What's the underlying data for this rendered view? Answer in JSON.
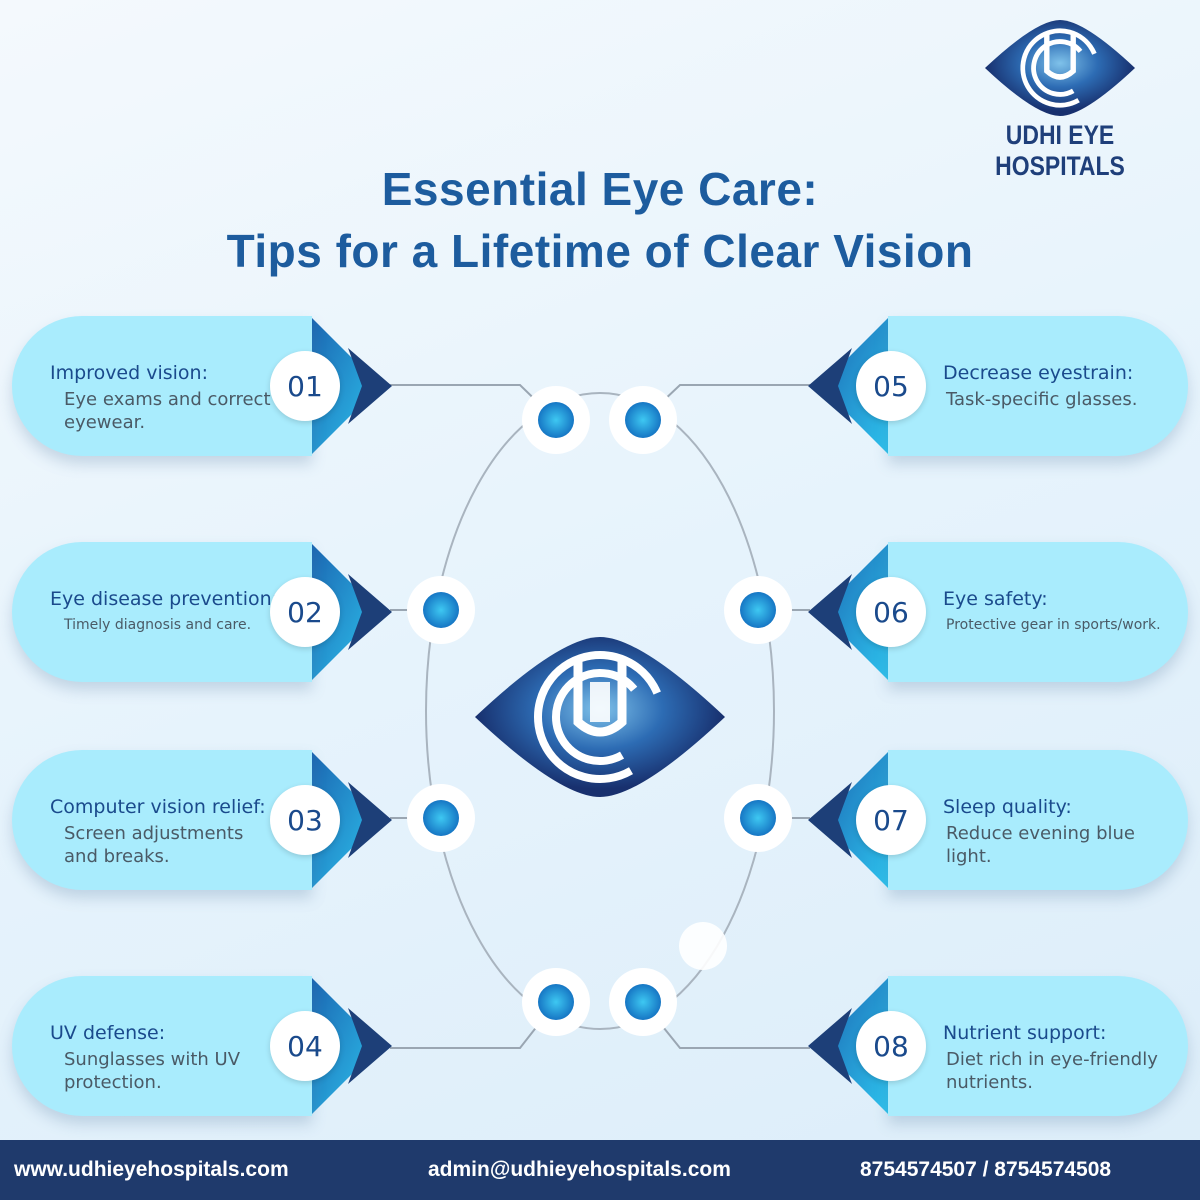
{
  "brand": {
    "name": "UDHI EYE HOSPITALS",
    "logo": "eye-u-logo",
    "color": "#1f3f7a"
  },
  "title": {
    "line1": "Essential Eye Care:",
    "line2": "Tips for a Lifetime of Clear Vision",
    "color": "#1d5c9e"
  },
  "tips": [
    {
      "number": "01",
      "heading": "Improved vision:",
      "text": "Eye exams and correct eyewear."
    },
    {
      "number": "02",
      "heading": "Eye disease prevention:",
      "text": "Timely diagnosis and care."
    },
    {
      "number": "03",
      "heading": "Computer vision relief:",
      "text": "Screen adjustments and breaks."
    },
    {
      "number": "04",
      "heading": "UV defense:",
      "text": "Sunglasses with UV protection."
    },
    {
      "number": "05",
      "heading": "Decrease eyestrain:",
      "text": "Task-specific glasses."
    },
    {
      "number": "06",
      "heading": "Eye safety:",
      "text": "Protective gear in sports/work."
    },
    {
      "number": "07",
      "heading": "Sleep quality:",
      "text": "Reduce evening blue light."
    },
    {
      "number": "08",
      "heading": "Nutrient support:",
      "text": "Diet rich in eye-friendly nutrients."
    }
  ],
  "footer": {
    "website": "www.udhieyehospitals.com",
    "email": "admin@udhieyehospitals.com",
    "phone": "8754574507 / 8754574508",
    "color": "#1f3a6c"
  }
}
